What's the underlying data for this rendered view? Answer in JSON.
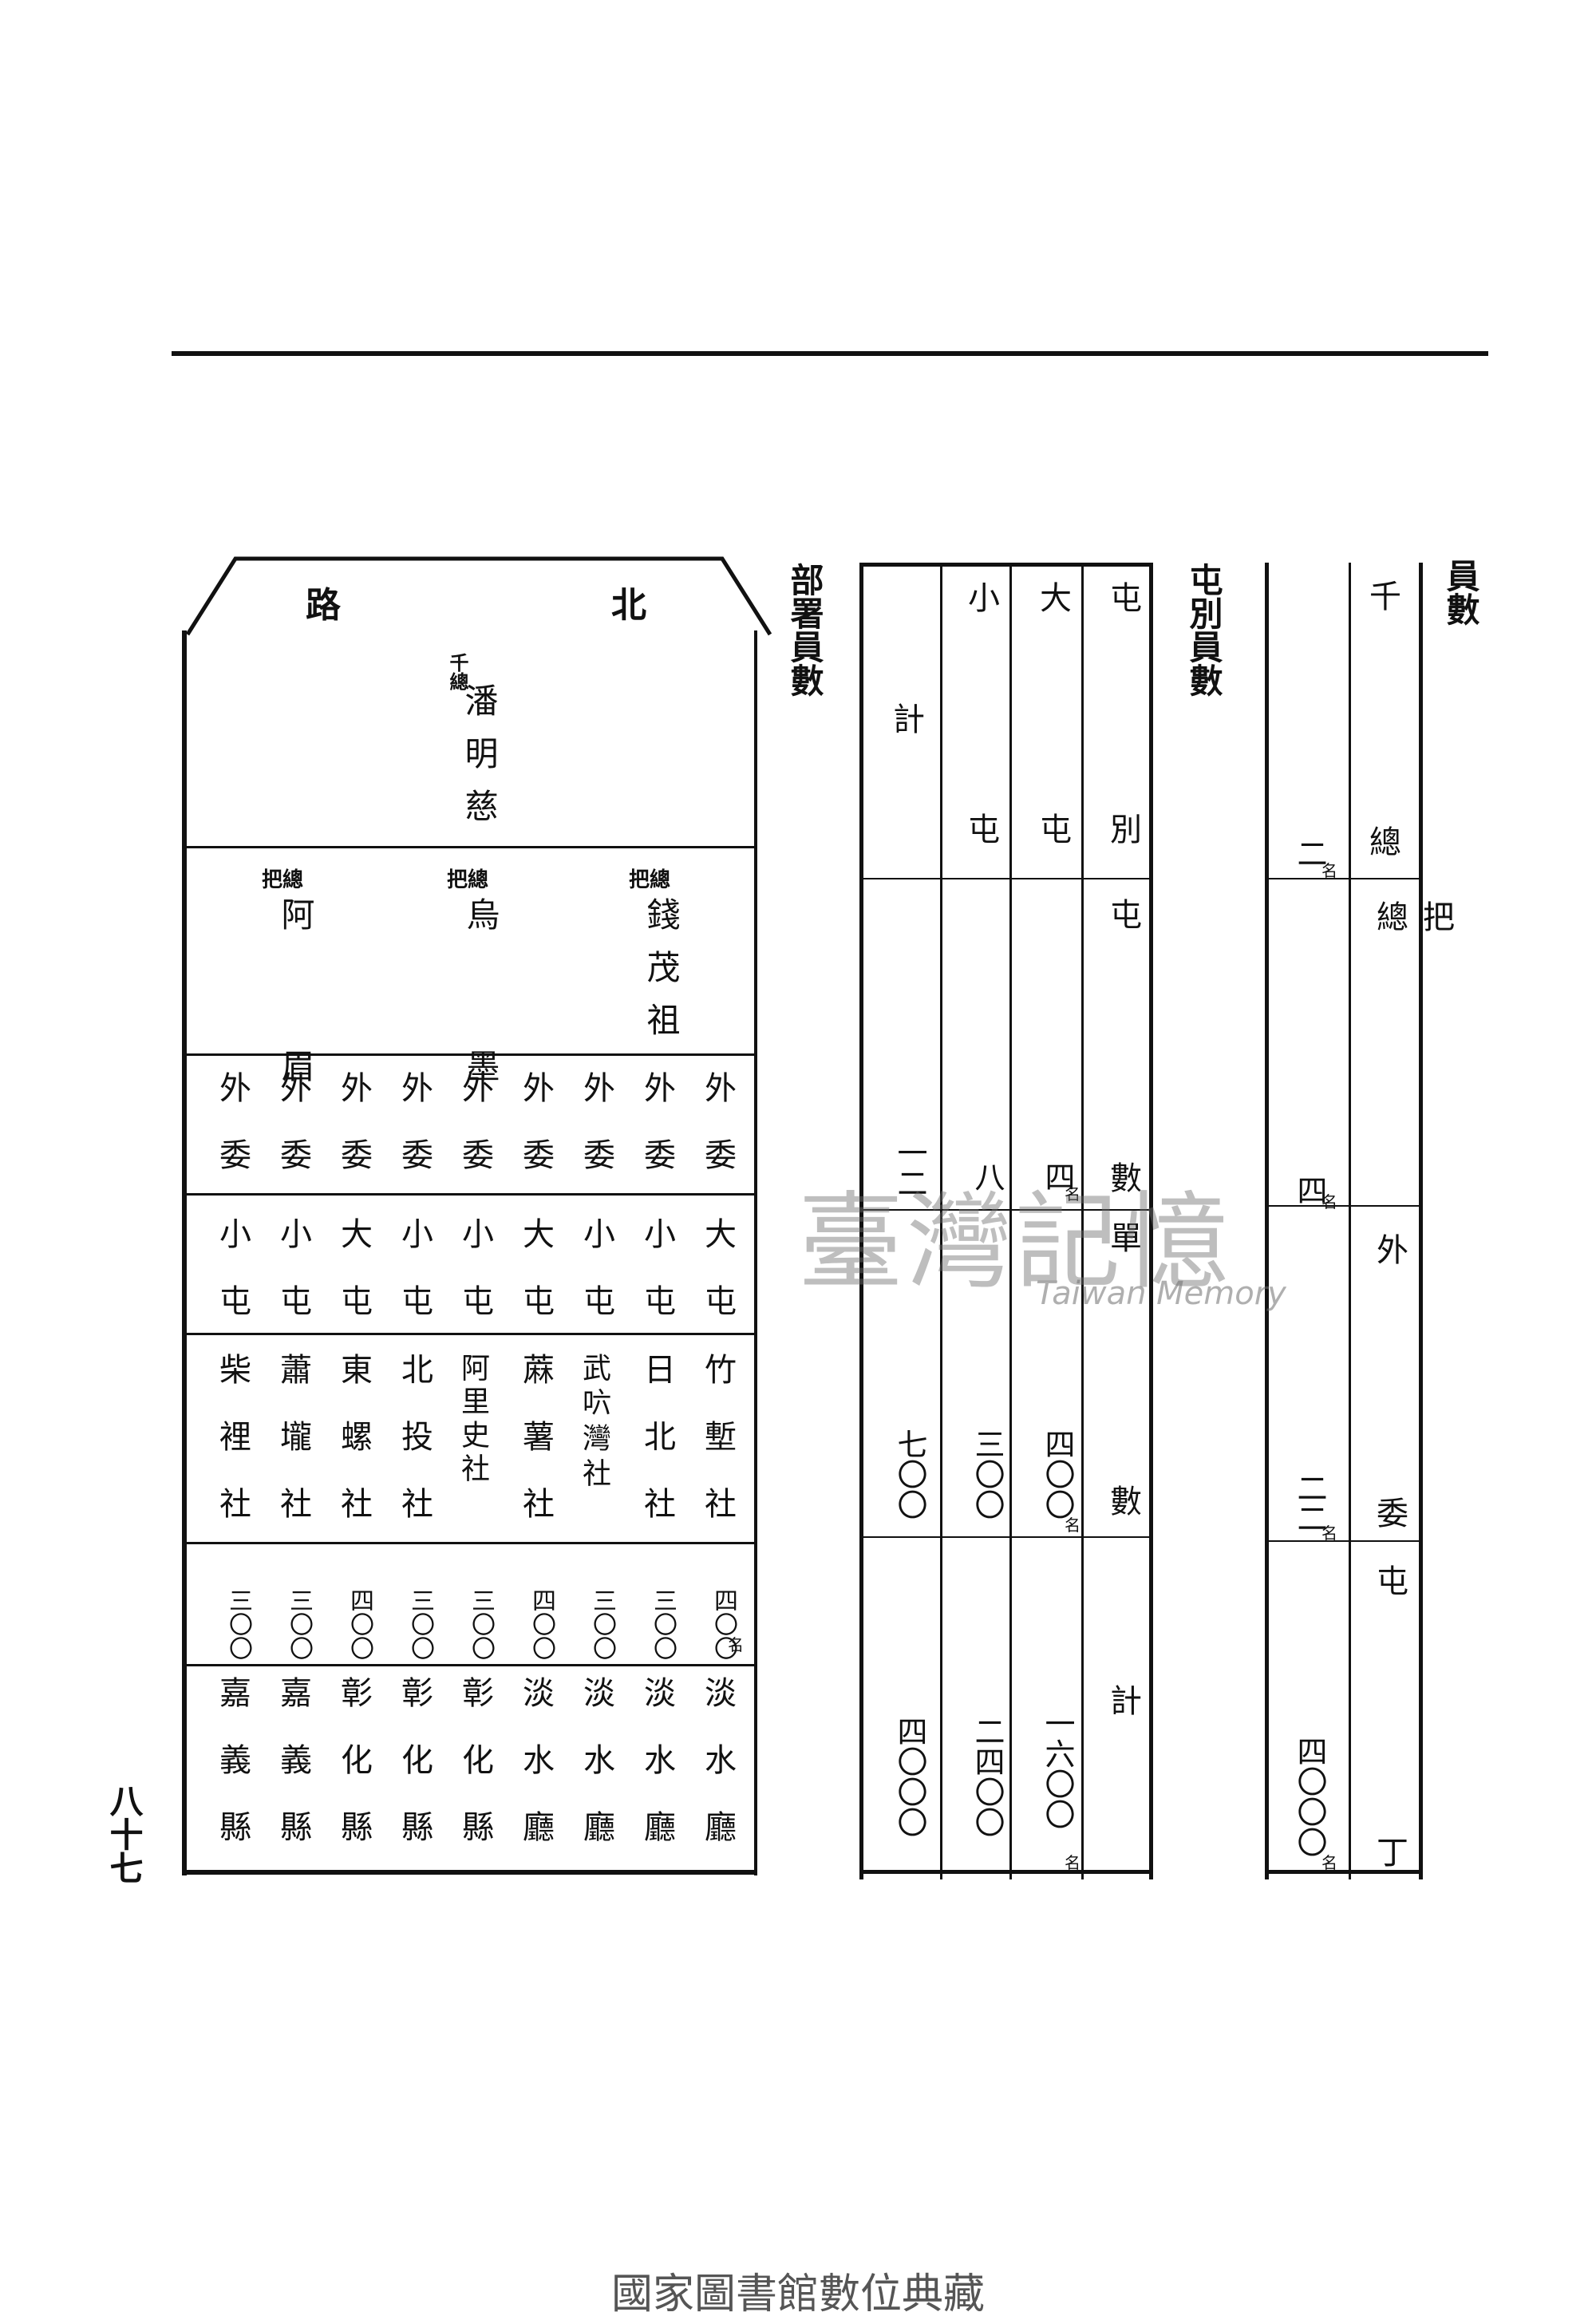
{
  "section_heading": "員數",
  "total": {
    "label_top": "千",
    "label_bottom": "總",
    "rows": [
      {
        "label": "把總",
        "count": "四",
        "unit": "名"
      },
      {
        "label": "外委",
        "count": "二二",
        "unit": "名"
      },
      {
        "label": "屯丁",
        "count": "四〇〇〇",
        "unit": "名"
      }
    ],
    "first_count": "二",
    "first_unit": "名"
  },
  "tun_heading": "屯別員數",
  "tun_table": {
    "col_headers": [
      "屯別",
      "大屯",
      "小屯",
      "計"
    ],
    "row_labels": [
      "屯數",
      "單數",
      "計"
    ],
    "values": {
      "tun_count": [
        "四",
        "八",
        "一二"
      ],
      "unit_count": [
        "四〇〇",
        "三〇〇",
        "七〇〇"
      ],
      "total": [
        "一六〇〇",
        "二四〇〇",
        "四〇〇〇"
      ]
    },
    "unit": "名"
  },
  "dept_heading": "部署員數",
  "dept": {
    "road_right": "北",
    "road_left": "路",
    "qianzong": {
      "title": "千總",
      "name": "潘明慈"
    },
    "bazong": [
      {
        "title": "把總",
        "name": "錢茂祖"
      },
      {
        "title": "把總",
        "name": "烏墨"
      },
      {
        "title": "把總",
        "name": "阿眉"
      }
    ],
    "columns": [
      {
        "rank": "外委",
        "size": "大屯",
        "she": "竹塹社",
        "count": "四〇〇",
        "unit": "名",
        "county": "淡水廳"
      },
      {
        "rank": "外委",
        "size": "小屯",
        "she": "日北社",
        "count": "三〇〇",
        "county": "淡水廳"
      },
      {
        "rank": "外委",
        "size": "小屯",
        "she": "武𠯿灣社",
        "count": "三〇〇",
        "county": "淡水廳"
      },
      {
        "rank": "外委",
        "size": "大屯",
        "she": "蔴薯社",
        "count": "四〇〇",
        "county": "淡水廳"
      },
      {
        "rank": "外委",
        "size": "小屯",
        "she": "阿里史社",
        "count": "三〇〇",
        "county": "彰化縣"
      },
      {
        "rank": "外委",
        "size": "小屯",
        "she": "北投社",
        "count": "三〇〇",
        "county": "彰化縣"
      },
      {
        "rank": "外委",
        "size": "大屯",
        "she": "東螺社",
        "count": "四〇〇",
        "county": "彰化縣"
      },
      {
        "rank": "外委",
        "size": "小屯",
        "she": "蕭壠社",
        "count": "三〇〇",
        "county": "嘉義縣"
      },
      {
        "rank": "外委",
        "size": "小屯",
        "she": "柴裡社",
        "count": "三〇〇",
        "county": "嘉義縣"
      }
    ]
  },
  "page_number": "八十七",
  "watermark": "臺灣記憶",
  "watermark_en": "Taiwan Memory",
  "footer": "國家圖書館數位典藏"
}
